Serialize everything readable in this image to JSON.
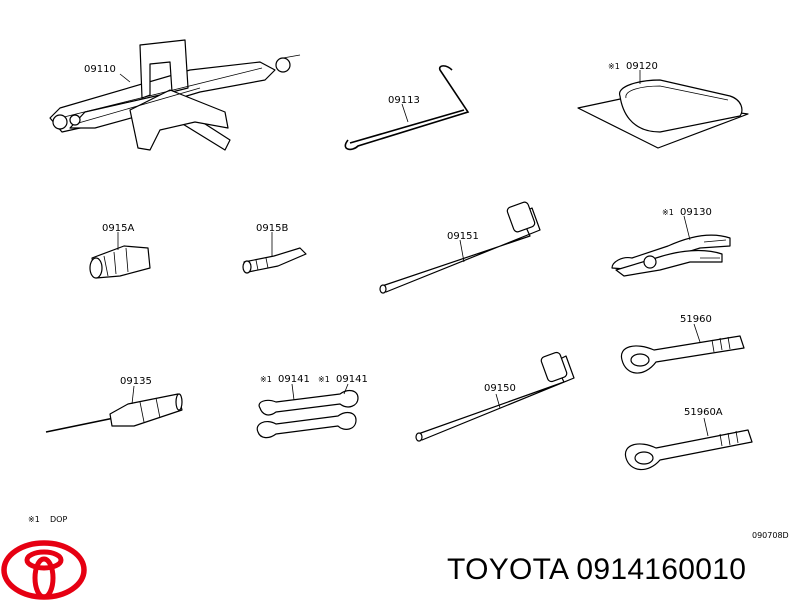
{
  "diagram": {
    "callouts": {
      "jack": "09110",
      "jack_handle": "09113",
      "tool_bag": "09120",
      "adapter_a": "0915A",
      "adapter_b": "0915B",
      "wrench_09151": "09151",
      "pliers": "09130",
      "screwdriver": "09135",
      "wrench_09141_left": "09141",
      "wrench_09141_right": "09141",
      "wrench_09150": "09150",
      "tow_hook": "51960",
      "tow_hook_a": "51960A"
    },
    "marks": {
      "tool_bag": "※1",
      "pliers": "※1",
      "wrench_09141_left": "※1",
      "wrench_09141_right": "※1"
    },
    "footnote": {
      "mark": "※1",
      "text": "DOP"
    },
    "drawing_code": "090708D"
  },
  "caption": {
    "brand": "TOYOTA",
    "part_number": "0914160010",
    "brand_color": "#e60012"
  }
}
